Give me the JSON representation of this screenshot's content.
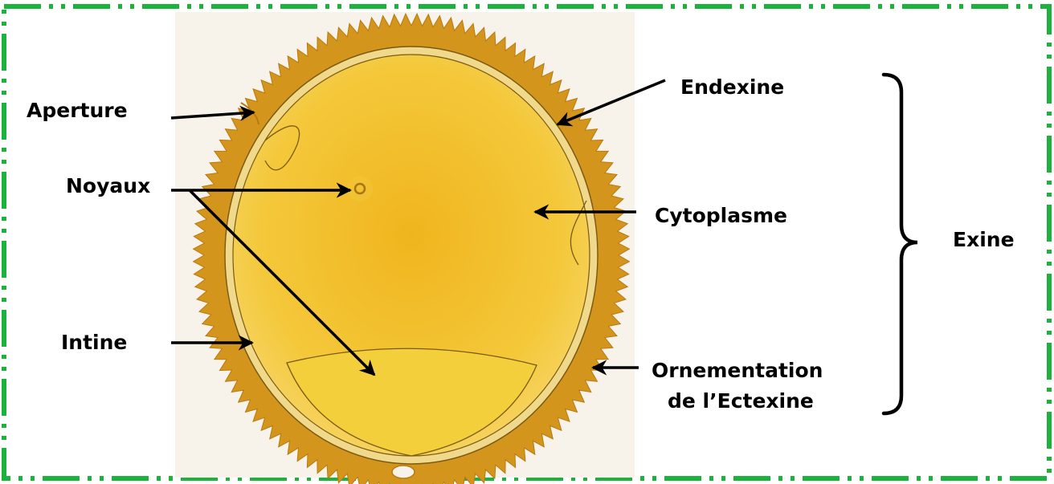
{
  "colors": {
    "frame": "#1bb33b",
    "exine": "#d4951d",
    "intine": "#f0d98a",
    "cytoplasm": "#f2c12a",
    "arrow": "#000000"
  },
  "labels": {
    "aperture": "Aperture",
    "noyaux": "Noyaux",
    "intine": "Intine",
    "endexine": "Endexine",
    "cytoplasme": "Cytoplasme",
    "ornementation_line1": "Ornementation",
    "ornementation_line2": "de l’Ectexine",
    "exine": "Exine"
  }
}
